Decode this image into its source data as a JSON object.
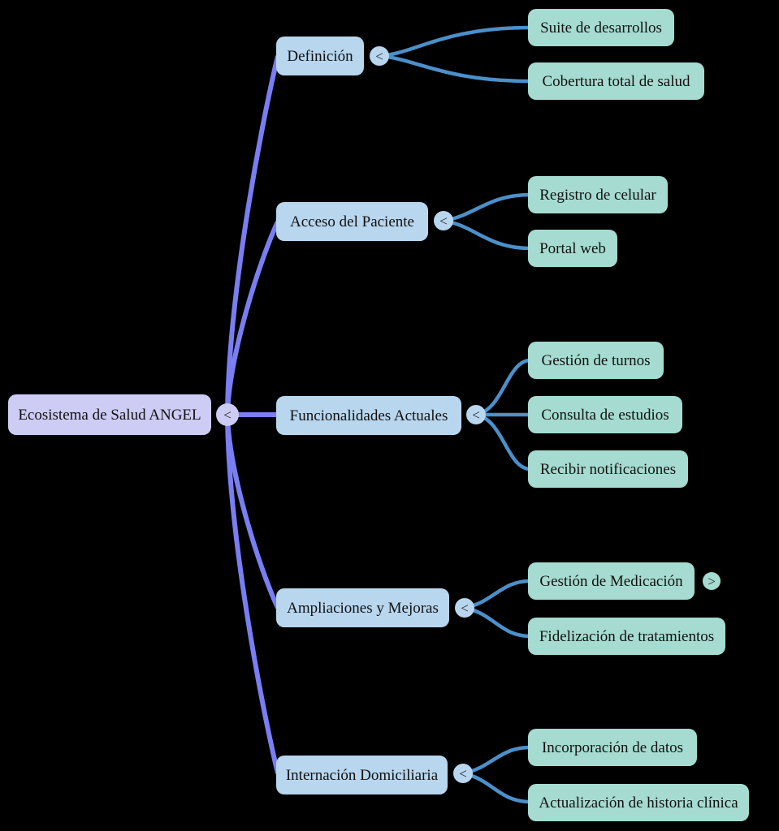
{
  "colors": {
    "background": "#000000",
    "root_fill": "#ccccf4",
    "branch_fill": "#b8d6ee",
    "leaf_fill": "#a5dbd0",
    "root_edge": "#7a7ef2",
    "branch_edge": "#4b90ca",
    "text": "#111111",
    "toggle_glyph": "#2b2b2b"
  },
  "icons": {
    "collapse": "<",
    "expand": ">"
  },
  "mindmap": {
    "root": {
      "label": "Ecosistema de Salud ANGEL",
      "toggle": "<"
    },
    "branches": [
      {
        "label": "Definición",
        "toggle": "<",
        "children": [
          {
            "label": "Suite de desarrollos"
          },
          {
            "label": "Cobertura total de salud"
          }
        ]
      },
      {
        "label": "Acceso del Paciente",
        "toggle": "<",
        "children": [
          {
            "label": "Registro de celular"
          },
          {
            "label": "Portal web"
          }
        ]
      },
      {
        "label": "Funcionalidades Actuales",
        "toggle": "<",
        "children": [
          {
            "label": "Gestión de turnos"
          },
          {
            "label": "Consulta de estudios"
          },
          {
            "label": "Recibir notificaciones"
          }
        ]
      },
      {
        "label": "Ampliaciones y Mejoras",
        "toggle": "<",
        "children": [
          {
            "label": "Gestión de Medicación",
            "toggle": ">"
          },
          {
            "label": "Fidelización de tratamientos"
          }
        ]
      },
      {
        "label": "Internación Domiciliaria",
        "toggle": "<",
        "children": [
          {
            "label": "Incorporación de datos"
          },
          {
            "label": "Actualización de historia clínica"
          }
        ]
      }
    ]
  }
}
